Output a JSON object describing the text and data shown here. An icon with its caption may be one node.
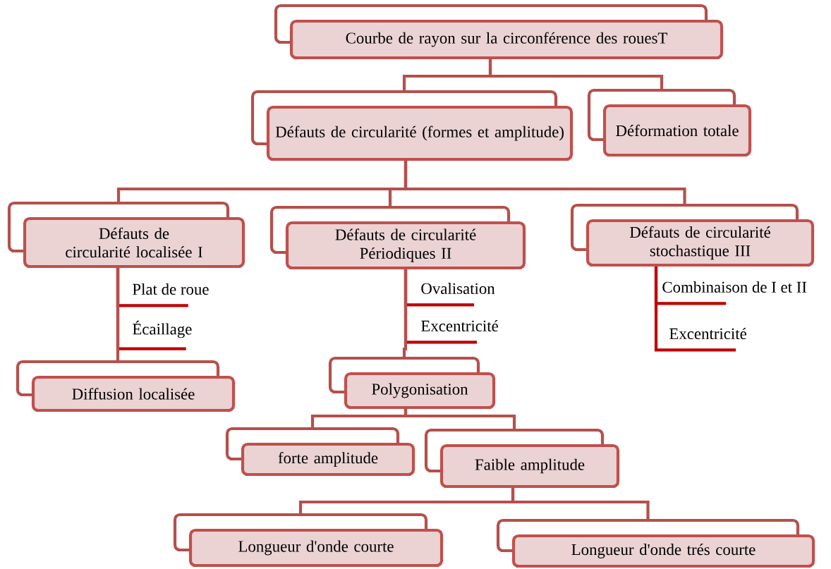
{
  "diagram": {
    "nodes": [
      {
        "text": [
          "Courbe de rayon sur la circonférence des rouesT"
        ]
      },
      {
        "text": [
          "Défauts de circularité (formes et amplitude)"
        ]
      },
      {
        "text": [
          "Déformation totale"
        ]
      },
      {
        "text": [
          "Défauts de circularité localisée I"
        ]
      },
      {
        "text": [
          "Défauts de circularité Périodiques II"
        ]
      },
      {
        "text": [
          "Défauts de circularité stochastique III"
        ]
      },
      {
        "text": [
          "Plat de roue"
        ]
      },
      {
        "text": [
          "Écaillage"
        ]
      },
      {
        "text": [
          "Diffusion localisée"
        ]
      },
      {
        "text": [
          "Ovalisation"
        ]
      },
      {
        "text": [
          "Excentricité"
        ]
      },
      {
        "text": [
          "Polygonisation"
        ]
      },
      {
        "text": [
          "Combinaison de I et II"
        ]
      },
      {
        "text": [
          "Excentricité"
        ]
      },
      {
        "text": [
          "forte amplitude"
        ]
      },
      {
        "text": [
          "Faible amplitude"
        ]
      },
      {
        "text": [
          "Longueur d'onde courte"
        ]
      },
      {
        "text": [
          "Longueur d'onde trés courte"
        ]
      }
    ],
    "edges": [
      {
        "from": 0,
        "to": 1,
        "arrow": "none"
      },
      {
        "from": 0,
        "to": 2,
        "arrow": "none"
      },
      {
        "from": 1,
        "to": 3,
        "arrow": "none"
      },
      {
        "from": 1,
        "to": 4,
        "arrow": "none"
      },
      {
        "from": 1,
        "to": 5,
        "arrow": "none"
      },
      {
        "from": 3,
        "to": 6,
        "arrow": "none",
        "color": "#c00000"
      },
      {
        "from": 3,
        "to": 7,
        "arrow": "none",
        "color": "#c00000"
      },
      {
        "from": 3,
        "to": 8,
        "arrow": "none"
      },
      {
        "from": 4,
        "to": 9,
        "arrow": "none",
        "color": "#c00000"
      },
      {
        "from": 4,
        "to": 10,
        "arrow": "none",
        "color": "#c00000"
      },
      {
        "from": 4,
        "to": 11,
        "arrow": "none"
      },
      {
        "from": 5,
        "to": 12,
        "arrow": "none",
        "color": "#c00000"
      },
      {
        "from": 5,
        "to": 13,
        "arrow": "none",
        "color": "#c00000"
      },
      {
        "from": 11,
        "to": 14,
        "arrow": "none"
      },
      {
        "from": 11,
        "to": 15,
        "arrow": "none"
      },
      {
        "from": 15,
        "to": 16,
        "arrow": "none"
      },
      {
        "from": 15,
        "to": 17,
        "arrow": "none"
      }
    ]
  }
}
